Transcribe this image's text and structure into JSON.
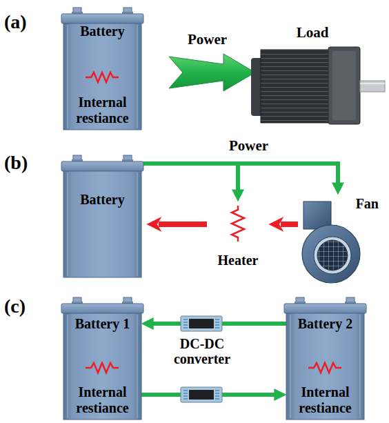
{
  "diagram": {
    "nodes": [
      {
        "text": [
          "Battery",
          "Internal restiance"
        ]
      },
      {
        "text": [
          "Load"
        ]
      },
      {
        "text": [
          "Battery"
        ]
      },
      {
        "text": [
          "Heater"
        ]
      },
      {
        "text": [
          "Fan"
        ]
      },
      {
        "text": [
          "Battery 1",
          "Internal restiance"
        ]
      },
      {
        "text": [
          "Battery 2",
          "Internal restiance"
        ]
      }
    ],
    "edges": [
      {
        "from": 0,
        "to": 1,
        "arrow": "to",
        "label": "Power"
      },
      {
        "from": 2,
        "to": 3,
        "arrow": "to"
      },
      {
        "from": 2,
        "to": 4,
        "arrow": "to",
        "label": "Power"
      },
      {
        "from": 4,
        "to": 3,
        "arrow": "to"
      },
      {
        "from": 3,
        "to": 2,
        "arrow": "to"
      },
      {
        "from": 6,
        "to": 5,
        "arrow": "to"
      },
      {
        "from": 5,
        "to": 6,
        "arrow": "to"
      }
    ],
    "labels": [
      "(a)",
      "(b)",
      "(c)",
      "DC-DC converter"
    ]
  }
}
